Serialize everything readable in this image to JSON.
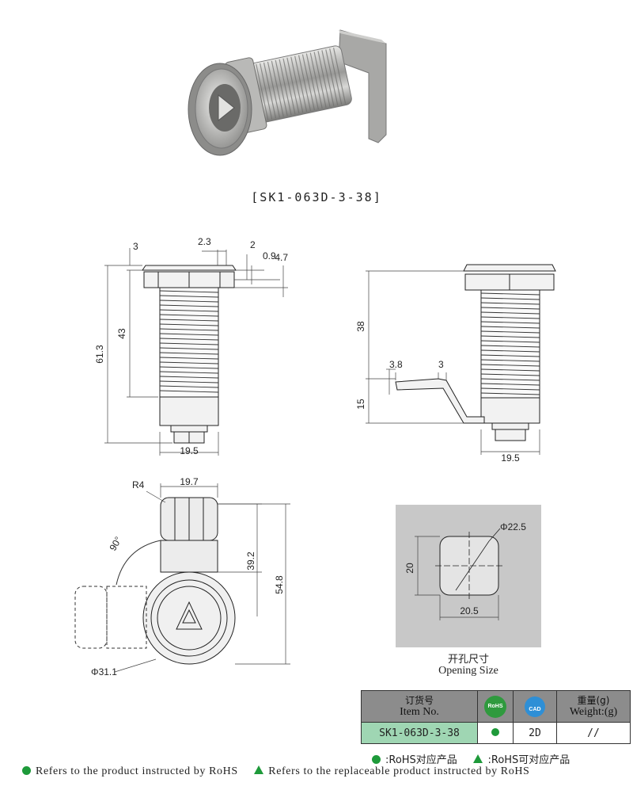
{
  "product": {
    "caption": "[SK1-063D-3-38]"
  },
  "front_view": {
    "dims": {
      "d3": "3",
      "d2_3": "2.3",
      "d2": "2",
      "d0_9": "0.9",
      "d4_7": "4.7",
      "d43": "43",
      "d61_3": "61.3",
      "d19_5": "19.5"
    }
  },
  "side_view": {
    "dims": {
      "d38": "38",
      "d3_8": "3.8",
      "d3": "3",
      "d15": "15",
      "d19_5": "19.5"
    }
  },
  "bottom_view": {
    "dims": {
      "r4": "R4",
      "d19_7": "19.7",
      "angle": "90°",
      "d39_2": "39.2",
      "d54_8": "54.8",
      "phi31_1": "Φ31.1"
    }
  },
  "opening": {
    "phi": "Φ22.5",
    "height": "20",
    "width": "20.5",
    "title_cn": "开孔尺寸",
    "title_en": "Opening Size"
  },
  "spec_table": {
    "header_item_cn": "订货号",
    "header_item_en": "Item No.",
    "header_rohs": "RoHS",
    "header_cad": "CAD",
    "header_weight_cn": "重量(g)",
    "header_weight_en": "Weight:(g)",
    "row": {
      "item_no": "SK1-063D-3-38",
      "cad": "2D",
      "weight": "//"
    }
  },
  "legend": {
    "cn_rohs": ":RoHS对应产品",
    "cn_replaceable": ":RoHS可对应产品",
    "en_rohs": "Refers to the product instructed by RoHS",
    "en_replaceable": "Refers to the replaceable product instructed by RoHS"
  },
  "colors": {
    "rohs_green": "#1e9a3a",
    "cad_blue": "#2e8fd6",
    "item_highlight": "#9fd6b3",
    "header_gray": "#8c8c8c"
  }
}
